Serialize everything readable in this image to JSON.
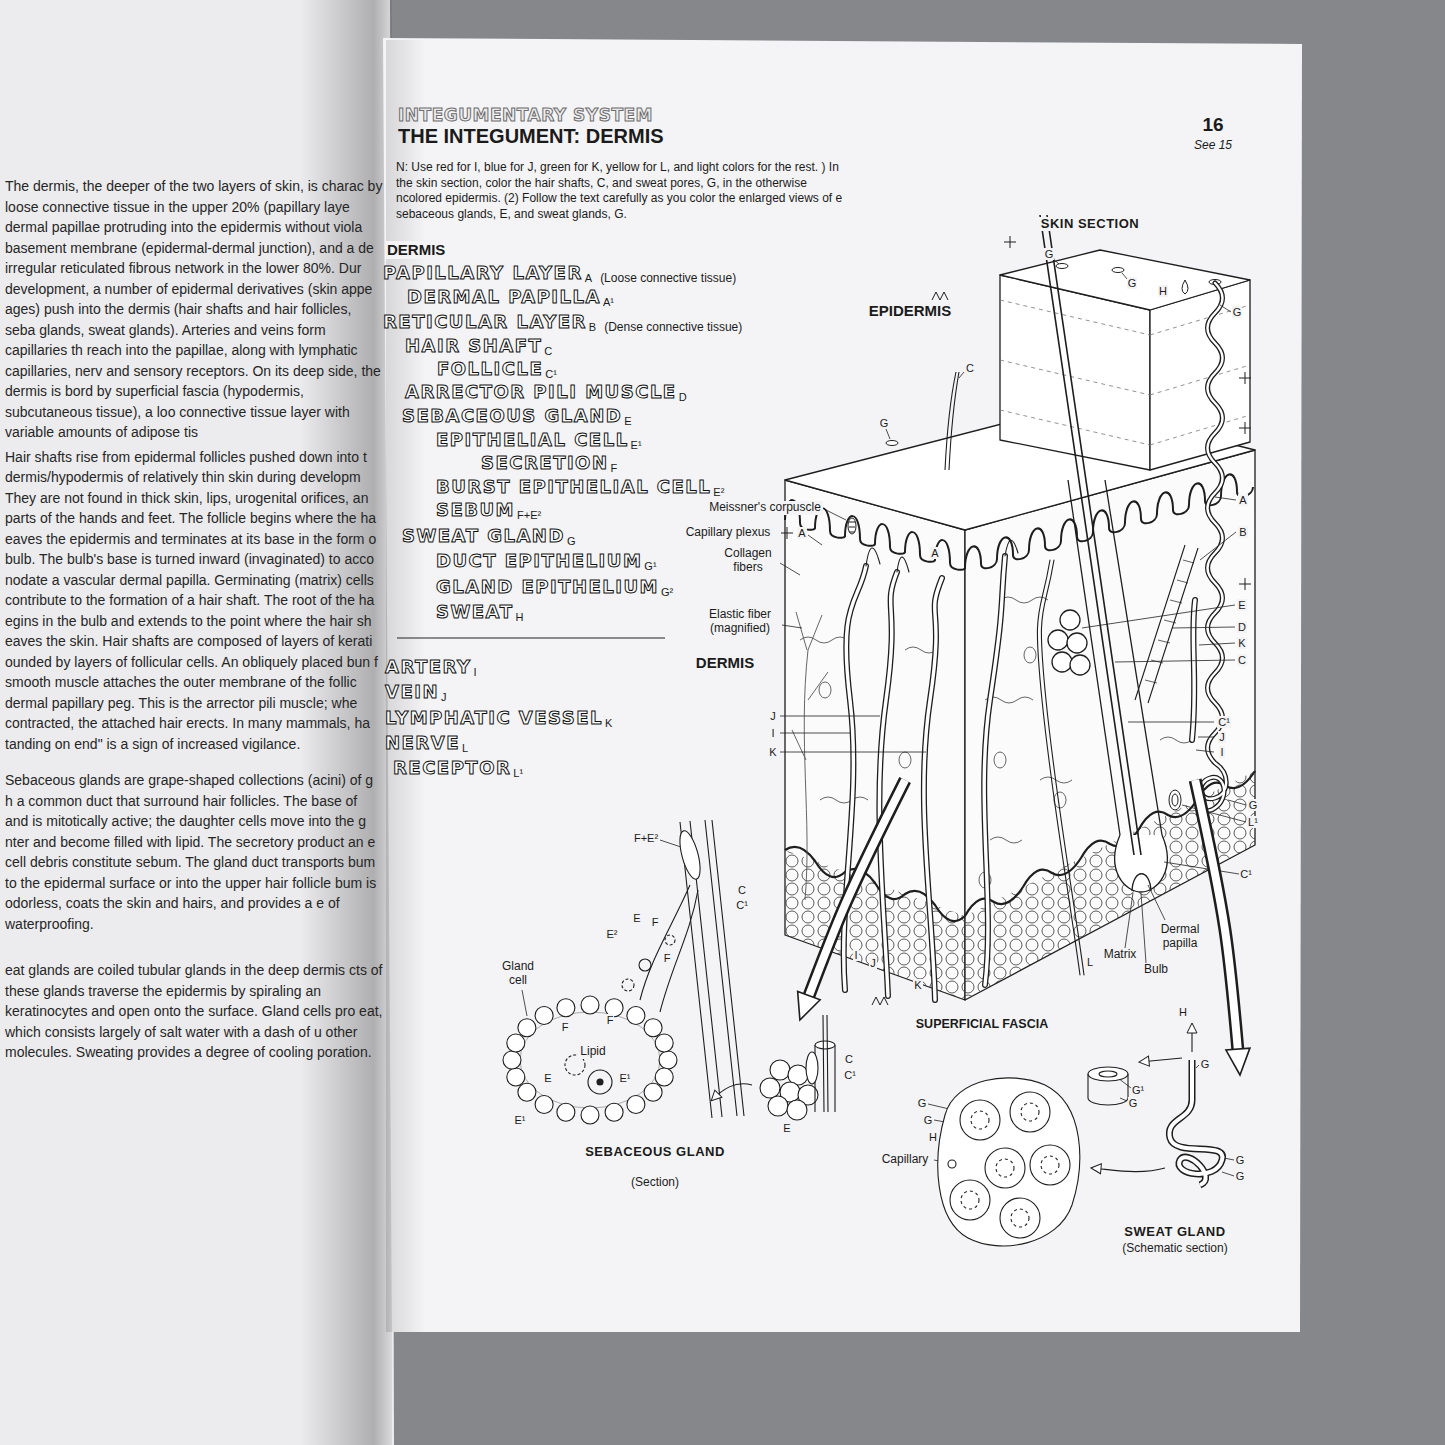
{
  "diagram": {
    "title": "THE INTEGUMENT: DERMIS",
    "nodes": [
      {
        "text": [
          "SKIN SECTION"
        ]
      },
      {
        "text": [
          "SEBACEOUS GLAND",
          "(Section)"
        ]
      },
      {
        "text": [
          "SWEAT GLAND",
          "(Schematic section)"
        ]
      }
    ],
    "edges": [
      {
        "from": 0,
        "to": 1,
        "arrow": "to"
      },
      {
        "from": 0,
        "to": 2,
        "arrow": "to"
      }
    ],
    "labels": [
      "The dermis, the deeper of the two layers of skin, is charac by loose connective tissue in the upper 20% (papillary laye dermal papillae protruding into the epidermis without viola basement membrane (epidermal-dermal junction), and a de irregular reticulated fibrous network in the lower 80%. Dur development, a number of epidermal derivatives (skin appe ages) push into the dermis (hair shafts and hair follicles, seba glands, sweat glands). Arteries and veins form capillaries th reach into the papillae, along with lymphatic capillaries, nerv and sensory receptors. On its deep side, the dermis is bord by superficial fascia (hypodermis, subcutaneous tissue), a loo connective tissue layer with variable amounts of adipose tis",
      "Hair shafts rise from epidermal follicles pushed down into t dermis/hypodermis of relatively thin skin during developm They are not found in thick skin, lips, urogenital orifices, an parts of the hands and feet. The follicle begins where the ha eaves the epidermis and terminates at its base in the form o bulb. The bulb's base is turned inward (invaginated) to acco nodate a vascular dermal papilla. Germinating (matrix) cells contribute to the formation of a hair shaft. The root of the ha egins in the bulb and extends to the point where the hair sh eaves the skin. Hair shafts are composed of layers of kerati ounded by layers of follicular cells. An obliquely placed bun f smooth muscle attaches the outer membrane of the follic dermal papillary peg. This is the arrector pili muscle; whe contracted, the attached hair erects. In many mammals, ha tanding on end\" is a sign of increased vigilance.",
      "Sebaceous glands are grape-shaped collections (acini) of g h a common duct that surround hair follicles. The base of and is mitotically active; the daughter cells move into the g nter and become filled with lipid. The secretory product an e cell debris constitute sebum. The gland duct transports bum to the epidermal surface or into the upper hair follicle bum is odorless, coats the skin and hairs, and provides a e of waterproofing.",
      "eat glands are coiled tubular glands in the deep dermis cts of these glands traverse the epidermis by spiraling an keratinocytes and open onto the surface. Gland cells pro eat, which consists largely of salt water with a dash of u other molecules. Sweating provides a degree of cooling poration.",
      "INTEGUMENTARY SYSTEM",
      "16",
      "See 15",
      "N: Use red for I, blue for J, green for K, yellow for L, and light colors for the rest. ) In the skin section, color the hair shafts, C, and sweat pores, G, in the otherwise ncolored epidermis. (2) Follow the text carefully as you color the enlarged views of e sebaceous glands, E, and sweat glands, G.",
      "DERMIS",
      "PAPILLARY LAYER",
      "A",
      "(Loose connective tissue)",
      "DERMAL PAPILLA",
      "A¹",
      "RETICULAR LAYER",
      "B",
      "(Dense connective tissue)",
      "HAIR SHAFT",
      "C",
      "FOLLICLE",
      "C¹",
      "ARRECTOR PILI MUSCLE",
      "D",
      "SEBACEOUS GLAND",
      "E",
      "EPITHELIAL CELL",
      "E¹",
      "SECRETION",
      "F",
      "BURST EPITHELIAL CELL",
      "E²",
      "SEBUM",
      "F+E²",
      "SWEAT GLAND",
      "G",
      "DUCT EPITHELIUM",
      "G¹",
      "GLAND EPITHELIUM",
      "G²",
      "SWEAT",
      "H",
      "ARTERY",
      "I",
      "VEIN",
      "J",
      "LYMPHATIC VESSEL",
      "K",
      "NERVE",
      "L",
      "RECEPTOR",
      "L¹",
      "EPIDERMIS",
      "DERMIS",
      "SUPERFICIAL FASCIA",
      "Meissner's corpuscle",
      "Capillary plexus",
      "A",
      "Collagen fibers",
      "Elastic fiber (magnified)",
      "G",
      "G",
      "H",
      "G",
      "C",
      "G",
      "A",
      "B",
      "E",
      "D",
      "K",
      "C",
      "C¹",
      "J",
      "I",
      "J",
      "I",
      "K",
      "A",
      "G",
      "L¹",
      "C¹",
      "Dermal papilla",
      "Matrix",
      "Bulb",
      "I",
      "J",
      "K",
      "L",
      "F+E²",
      "C",
      "C¹",
      "E",
      "E²",
      "F",
      "F",
      "Gland cell",
      "F",
      "F",
      "Lipid",
      "E¹",
      "E",
      "E¹",
      "C",
      "C¹",
      "E",
      "H",
      "G",
      "G¹",
      "G",
      "G",
      "G",
      "G",
      "G",
      "H",
      "Capillary"
    ]
  }
}
